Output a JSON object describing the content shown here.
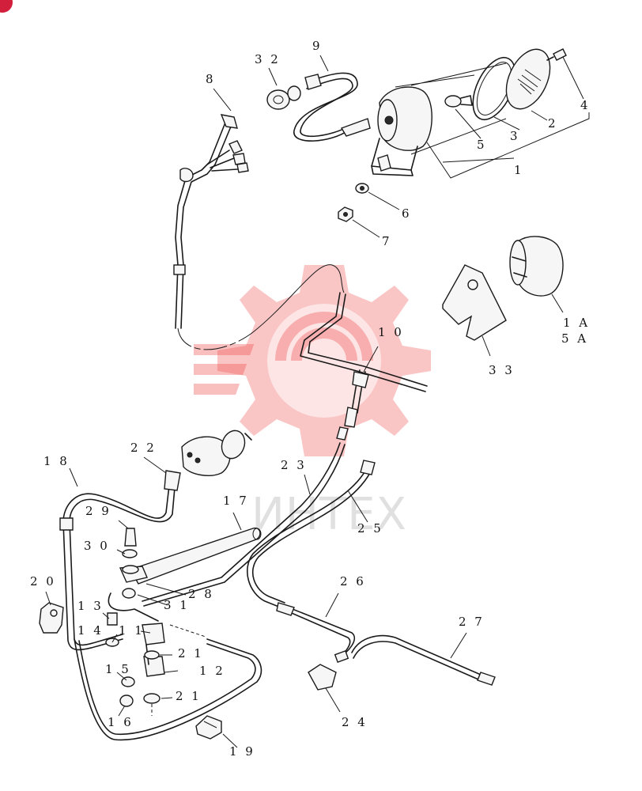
{
  "watermark": {
    "text": "ИНТЕХ",
    "color": "#e8202a"
  },
  "callouts": [
    {
      "id": "c8",
      "text": "8"
    },
    {
      "id": "c32",
      "text": "3 2"
    },
    {
      "id": "c9",
      "text": "9"
    },
    {
      "id": "c4",
      "text": "4"
    },
    {
      "id": "c2",
      "text": "2"
    },
    {
      "id": "c5",
      "text": "5"
    },
    {
      "id": "c3",
      "text": "3"
    },
    {
      "id": "c1",
      "text": "1"
    },
    {
      "id": "c6",
      "text": "6"
    },
    {
      "id": "c7",
      "text": "7"
    },
    {
      "id": "c1a",
      "text": "1 A"
    },
    {
      "id": "c5a",
      "text": "5 A"
    },
    {
      "id": "c33",
      "text": "3 3"
    },
    {
      "id": "c10",
      "text": "1 0"
    },
    {
      "id": "c22",
      "text": "2 2"
    },
    {
      "id": "c18",
      "text": "1 8"
    },
    {
      "id": "c23",
      "text": "2 3"
    },
    {
      "id": "c17",
      "text": "1 7"
    },
    {
      "id": "c25",
      "text": "2 5"
    },
    {
      "id": "c29",
      "text": "2 9"
    },
    {
      "id": "c30",
      "text": "3 0"
    },
    {
      "id": "c28",
      "text": "2 8"
    },
    {
      "id": "c20",
      "text": "2 0"
    },
    {
      "id": "c31",
      "text": "3 1"
    },
    {
      "id": "c26",
      "text": "2 6"
    },
    {
      "id": "c13",
      "text": "1 3"
    },
    {
      "id": "c14",
      "text": "1 4"
    },
    {
      "id": "c11",
      "text": "1 1"
    },
    {
      "id": "c21a",
      "text": "2 1"
    },
    {
      "id": "c27",
      "text": "2 7"
    },
    {
      "id": "c15",
      "text": "1 5"
    },
    {
      "id": "c12",
      "text": "1 2"
    },
    {
      "id": "c21b",
      "text": "2 1"
    },
    {
      "id": "c16",
      "text": "1 6"
    },
    {
      "id": "c24",
      "text": "2 4"
    },
    {
      "id": "c19",
      "text": "1 9"
    }
  ]
}
